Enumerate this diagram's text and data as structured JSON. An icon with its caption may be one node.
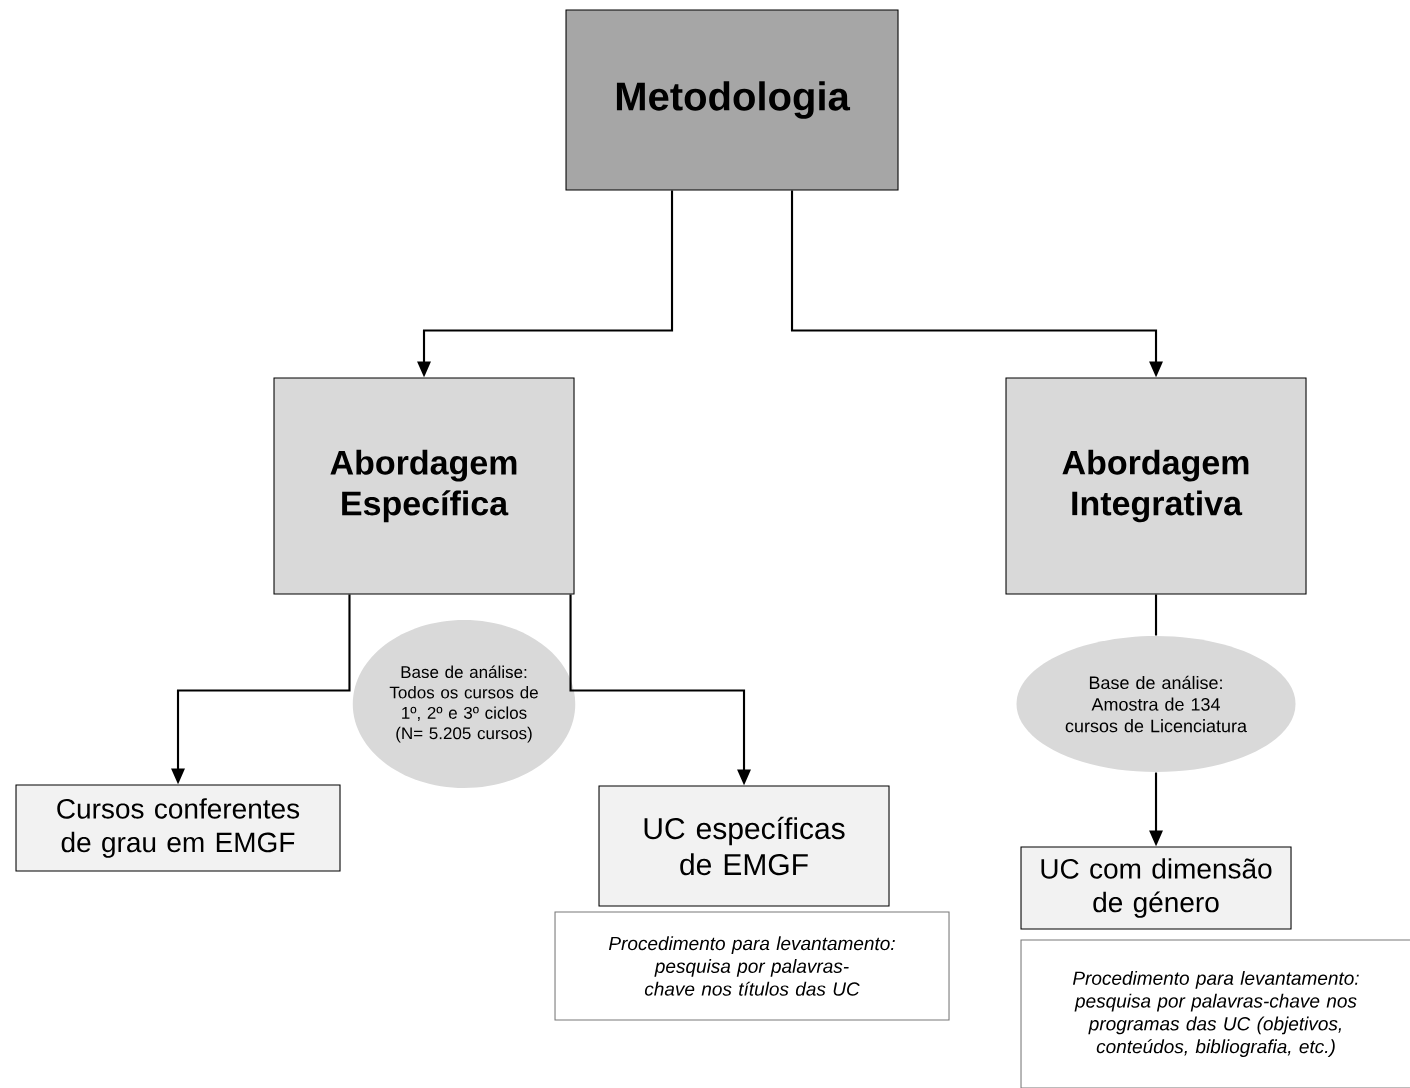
{
  "diagram": {
    "nodes": [
      {
        "text": [
          "Metodologia"
        ]
      },
      {
        "text": [
          "Abordagem Específica"
        ]
      },
      {
        "text": [
          "Abordagem Integrativa"
        ]
      },
      {
        "text": [
          "Base de análise: Todos os cursos de 1º, 2º e 3º ciclos (N= 5.205 cursos)"
        ]
      },
      {
        "text": [
          "Base de análise: Amostra de 134 cursos de Licenciatura"
        ]
      },
      {
        "text": [
          "Cursos conferentes de grau em EMGF"
        ]
      },
      {
        "text": [
          "UC específicas de EMGF"
        ]
      },
      {
        "text": [
          "Procedimento para levantamento: pesquisa por palavras-chave nos títulos das UC"
        ]
      },
      {
        "text": [
          "UC com dimensão de género"
        ]
      },
      {
        "text": [
          "Procedimento para levantamento: pesquisa por palavras-chave nos programas das UC (objetivos, conteúdos, bibliografia, etc.)"
        ]
      }
    ],
    "edges": [
      {
        "from": 0,
        "to": 1,
        "arrow": "to"
      },
      {
        "from": 0,
        "to": 2,
        "arrow": "to"
      },
      {
        "from": 1,
        "to": 5,
        "arrow": "to"
      },
      {
        "from": 1,
        "to": 6,
        "arrow": "to"
      },
      {
        "from": 2,
        "to": 4,
        "arrow": "none"
      },
      {
        "from": 4,
        "to": 8,
        "arrow": "to"
      }
    ]
  }
}
